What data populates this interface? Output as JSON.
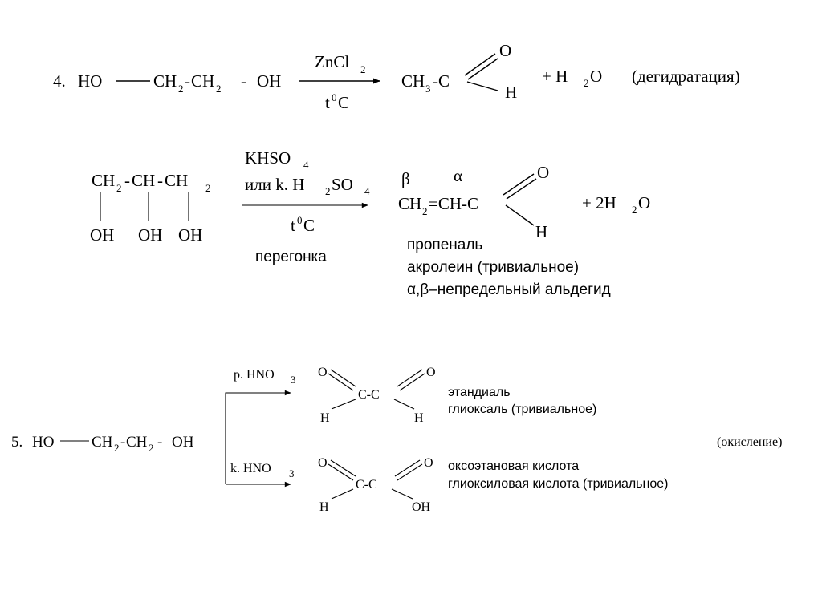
{
  "reaction4": {
    "number": "4.",
    "reactant": {
      "ho": "HO",
      "ch2a": "CH",
      "sub2a": "2",
      "dash1": "-",
      "ch2b": "CH",
      "sub2b": "2",
      "dash2": "-",
      "oh": "OH"
    },
    "catalyst": {
      "zncl": "ZnCl",
      "sub": "2"
    },
    "temperature": {
      "t": "t",
      "sup": "0",
      "c": "C"
    },
    "product": {
      "ch3": "CH",
      "sub3": "3",
      "dashc": "-C",
      "o": "O",
      "h": "H"
    },
    "water": "+ H",
    "water_sub": "2",
    "water_o": "O",
    "label": "(дегидратация)"
  },
  "glycerol_reaction": {
    "chain": {
      "ch2a": "CH",
      "sub_a": "2",
      "dash1": "-",
      "ch": "CH",
      "dash2": "-",
      "ch2b": "CH",
      "sub_b": "2"
    },
    "hydroxyls": [
      "OH",
      "OH",
      "OH"
    ],
    "reagent1": {
      "text": "KHSO",
      "sub": "4"
    },
    "reagent2": {
      "text": "или k. H",
      "sub1": "2",
      "so": "SO",
      "sub2": "4"
    },
    "temperature": {
      "t": "t",
      "sup": "0",
      "c": "C"
    },
    "process": "перегонка",
    "greek_beta": "β",
    "greek_alpha": "α",
    "product": {
      "ch2": "CH",
      "sub2": "2",
      "eq": "=CH-C",
      "o": "O",
      "h": "H"
    },
    "water": "+ 2H",
    "water_sub": "2",
    "water_o": "O",
    "names": [
      "пропеналь",
      "акролеин (тривиальное)",
      "α,β–непредельный альдегид"
    ]
  },
  "reaction5": {
    "number": "5.",
    "reactant": {
      "ho": "HO",
      "ch2a": "CH",
      "sub2a": "2",
      "dash1": "-",
      "ch2b": "CH",
      "sub2b": "2",
      "dash2": "-",
      "oh": "OH"
    },
    "branch_top": {
      "reagent": "р. HNO",
      "sub": "3"
    },
    "branch_bottom": {
      "reagent": "k. HNO",
      "sub": "3"
    },
    "glyoxal": {
      "o1": "O",
      "o2": "O",
      "cc": "C-C",
      "h1": "H",
      "h2": "H"
    },
    "glyoxylic": {
      "o1": "O",
      "o2": "O",
      "cc": "C-C",
      "h": "H",
      "oh": "OH"
    },
    "glyoxal_names": [
      "этандиаль",
      "глиоксаль (тривиальное)"
    ],
    "glyoxylic_names": [
      "оксоэтановая кислота",
      "глиоксиловая кислота (тривиальное)"
    ],
    "label": "(окисление)"
  }
}
